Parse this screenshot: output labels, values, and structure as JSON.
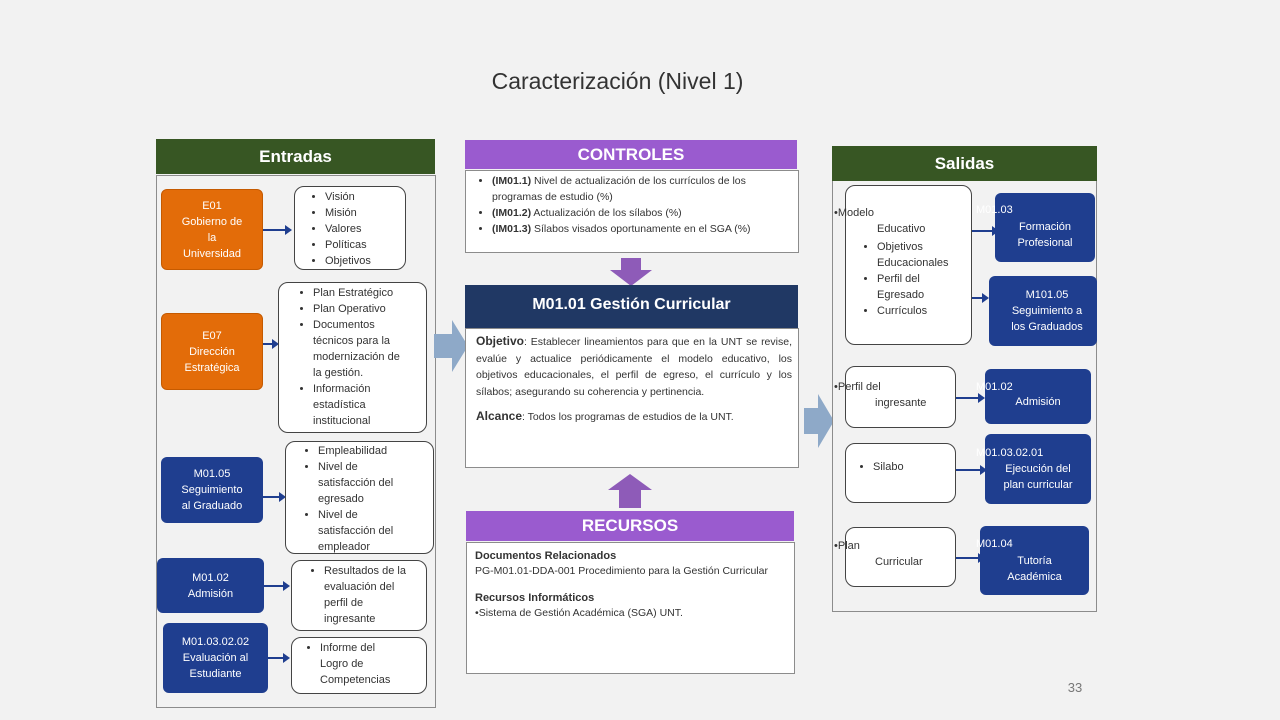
{
  "title": "Caracterización (Nivel 1)",
  "page_number": "33",
  "colors": {
    "green_header": "#375623",
    "purple_header": "#9a5bcf",
    "navy_header": "#203864",
    "orange_box": "#e36c09",
    "navy_box": "#1f3e8f",
    "big_arrow": "#8ea9c8",
    "purple_arrow": "#8e5bb8"
  },
  "entradas": {
    "header": "Entradas",
    "rows": [
      {
        "source": "E01\nGobierno de\nla\nUniversidad",
        "items": [
          "Visión",
          "Misión",
          "Valores",
          "Políticas",
          "Objetivos"
        ]
      },
      {
        "source": "E07\nDirección\nEstratégica",
        "items": [
          "Plan Estratégico",
          "Plan Operativo",
          "Documentos técnicos para la modernización de la gestión.",
          "Información estadística institucional"
        ]
      },
      {
        "source": "M01.05\nSeguimiento\nal Graduado",
        "items": [
          "Empleabilidad",
          "Nivel de satisfacción del egresado",
          "Nivel de satisfacción del empleador"
        ]
      },
      {
        "source": "M01.02\nAdmisión",
        "items": [
          "Resultados de la evaluación del perfil de ingresante"
        ]
      },
      {
        "source": "M01.03.02.02\nEvaluación al\nEstudiante",
        "items": [
          "Informe del Logro de Competencias"
        ]
      }
    ]
  },
  "controles": {
    "header": "CONTROLES",
    "items": [
      {
        "code": "(IM01.1)",
        "text": " Nivel de actualización de los currículos de los programas de estudio (%)"
      },
      {
        "code": "(IM01.2)",
        "text": " Actualización de los sílabos (%)"
      },
      {
        "code": "(IM01.3)",
        "text": " Sílabos visados oportunamente en el SGA (%)"
      }
    ]
  },
  "proceso": {
    "title": "M01.01 Gestión Curricular",
    "objetivo_label": "Objetivo",
    "objetivo_text": ": Establecer lineamientos para que en la UNT se revise, evalúe y actualice periódicamente el modelo educativo, los objetivos educacionales, el perfil de egreso, el currículo y los sílabos; asegurando su coherencia y pertinencia.",
    "alcance_label": "Alcance",
    "alcance_text": ": Todos los programas de estudios de la UNT."
  },
  "recursos": {
    "header": "RECURSOS",
    "doc_title": "Documentos Relacionados",
    "doc_text": "PG-M01.01-DDA-001 Procedimiento para la Gestión Curricular",
    "inf_title": "Recursos Informáticos",
    "inf_text": "Sistema de Gestión Académica (SGA) UNT."
  },
  "salidas": {
    "header": "Salidas",
    "groups": [
      {
        "lead": "Modelo",
        "lead_rest": "Educativo",
        "items": [
          "Objetivos Educacionales",
          "Perfil del Egresado",
          "Currículos"
        ]
      },
      {
        "lead": "Perfil del",
        "lead_rest": "ingresante",
        "items": []
      },
      {
        "lead": "",
        "lead_rest": "",
        "items": [
          "Silabo"
        ]
      },
      {
        "lead": "Plan",
        "lead_rest": "Curricular",
        "items": []
      }
    ],
    "targets": [
      {
        "code": "M01.03",
        "name": "Formación\nProfesional"
      },
      {
        "code": "",
        "name": "M101.05\nSeguimiento a\nlos Graduados"
      },
      {
        "code": "M01.02",
        "name": "Admisión"
      },
      {
        "code": "M01.03.02.01",
        "name": "Ejecución del\nplan curricular"
      },
      {
        "code": "M01.04",
        "name": "Tutoría\nAcadémica"
      }
    ]
  }
}
